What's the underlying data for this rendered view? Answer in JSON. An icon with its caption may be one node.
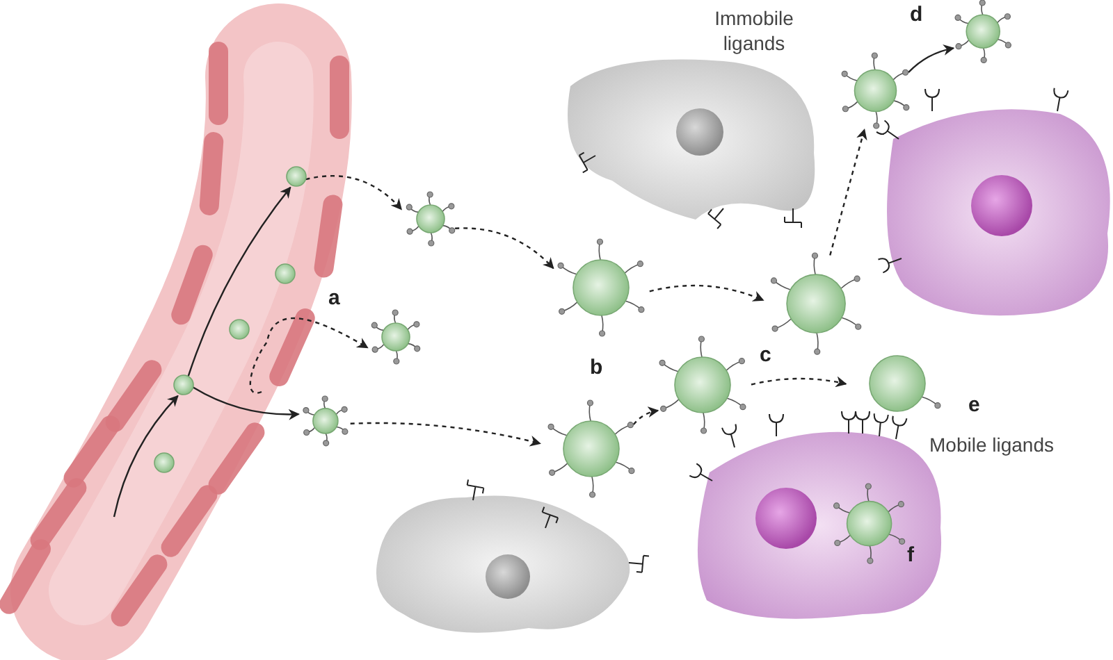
{
  "diagram": {
    "nodes": [
      {
        "text": [],
        "shape": "circle"
      },
      {
        "text": [],
        "shape": "circle"
      },
      {
        "text": [],
        "shape": "circle"
      },
      {
        "text": [],
        "shape": "circle"
      },
      {
        "text": [],
        "shape": "circle"
      },
      {
        "text": [],
        "shape": "circle"
      },
      {
        "text": [],
        "shape": "circle"
      },
      {
        "text": [],
        "shape": "circle"
      },
      {
        "text": [],
        "shape": "circle"
      },
      {
        "text": [],
        "shape": "circle"
      },
      {
        "text": [],
        "shape": "circle"
      },
      {
        "text": [],
        "shape": "circle"
      },
      {
        "text": [],
        "shape": "circle"
      },
      {
        "text": [],
        "shape": "circle"
      },
      {
        "text": [],
        "shape": "circle"
      },
      {
        "text": [],
        "shape": "circle"
      }
    ],
    "edges": [
      {
        "from": null,
        "to": 3,
        "arrow": "to"
      },
      {
        "from": 3,
        "to": 0,
        "arrow": "to"
      },
      {
        "from": 3,
        "to": 7,
        "arrow": "to"
      },
      {
        "from": null,
        "to": 6,
        "arrow": "to",
        "style": "dashed"
      },
      {
        "from": 0,
        "to": 5,
        "arrow": "to",
        "style": "dashed"
      },
      {
        "from": 5,
        "to": 8,
        "arrow": "to",
        "style": "dashed"
      },
      {
        "from": 7,
        "to": 9,
        "arrow": "to",
        "style": "dashed"
      },
      {
        "from": 8,
        "to": 11,
        "arrow": "to",
        "style": "dashed"
      },
      {
        "from": 11,
        "to": 12,
        "arrow": "to",
        "style": "dashed"
      },
      {
        "from": 12,
        "to": 13,
        "arrow": "to"
      },
      {
        "from": 9,
        "to": 10,
        "arrow": "to",
        "style": "dashed"
      },
      {
        "from": 10,
        "to": 14,
        "arrow": "to",
        "style": "dashed"
      }
    ],
    "labels": [
      "Immobile ligands",
      "d",
      "a",
      "b",
      "c",
      "e",
      "Mobile ligands",
      "f"
    ]
  }
}
